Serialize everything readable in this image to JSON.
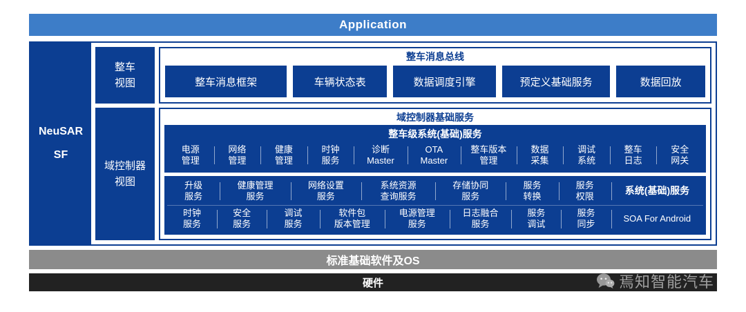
{
  "app_bar": {
    "label": "Application"
  },
  "sidebar": {
    "title": "NeuSAR\nSF"
  },
  "vehicle_view": {
    "label": "整车\n视图",
    "bus_title": "整车消息总线",
    "items": [
      "整车消息框架",
      "车辆状态表",
      "数据调度引擎",
      "预定义基础服务",
      "数据回放"
    ]
  },
  "domain_view": {
    "label": "域控制器\n视图",
    "title": "域控制器基础服务",
    "vehicle_system": {
      "title": "整车级系统(基础)服务",
      "items": [
        "电源\n管理",
        "网络\n管理",
        "健康\n管理",
        "时钟\n服务",
        "诊断\nMaster",
        "OTA\nMaster",
        "整车版本\n管理",
        "数据\n采集",
        "调试\n系统",
        "整车\n日志",
        "安全\n网关"
      ]
    },
    "system_services": {
      "label": "系统(基础)服务",
      "row1": [
        "升级\n服务",
        "健康管理\n服务",
        "网络设置\n服务",
        "系统资源\n查询服务",
        "存储协同\n服务",
        "服务\n转换",
        "服务\n权限"
      ],
      "row2": [
        "时钟\n服务",
        "安全\n服务",
        "调试\n服务",
        "软件包\n版本管理",
        "电源管理\n服务",
        "日志融合\n服务",
        "服务\n调试",
        "服务\n同步",
        "SOA For Android"
      ]
    }
  },
  "bottom": {
    "os_label": "标准基础软件及OS",
    "hw_label": "硬件"
  },
  "watermark": {
    "text": "焉知智能汽车"
  },
  "colors": {
    "dark_blue": "#0c3e92",
    "app_blue": "#3d7dc8",
    "gray_bar": "#8b8b8b",
    "hw_bar": "#222222"
  }
}
